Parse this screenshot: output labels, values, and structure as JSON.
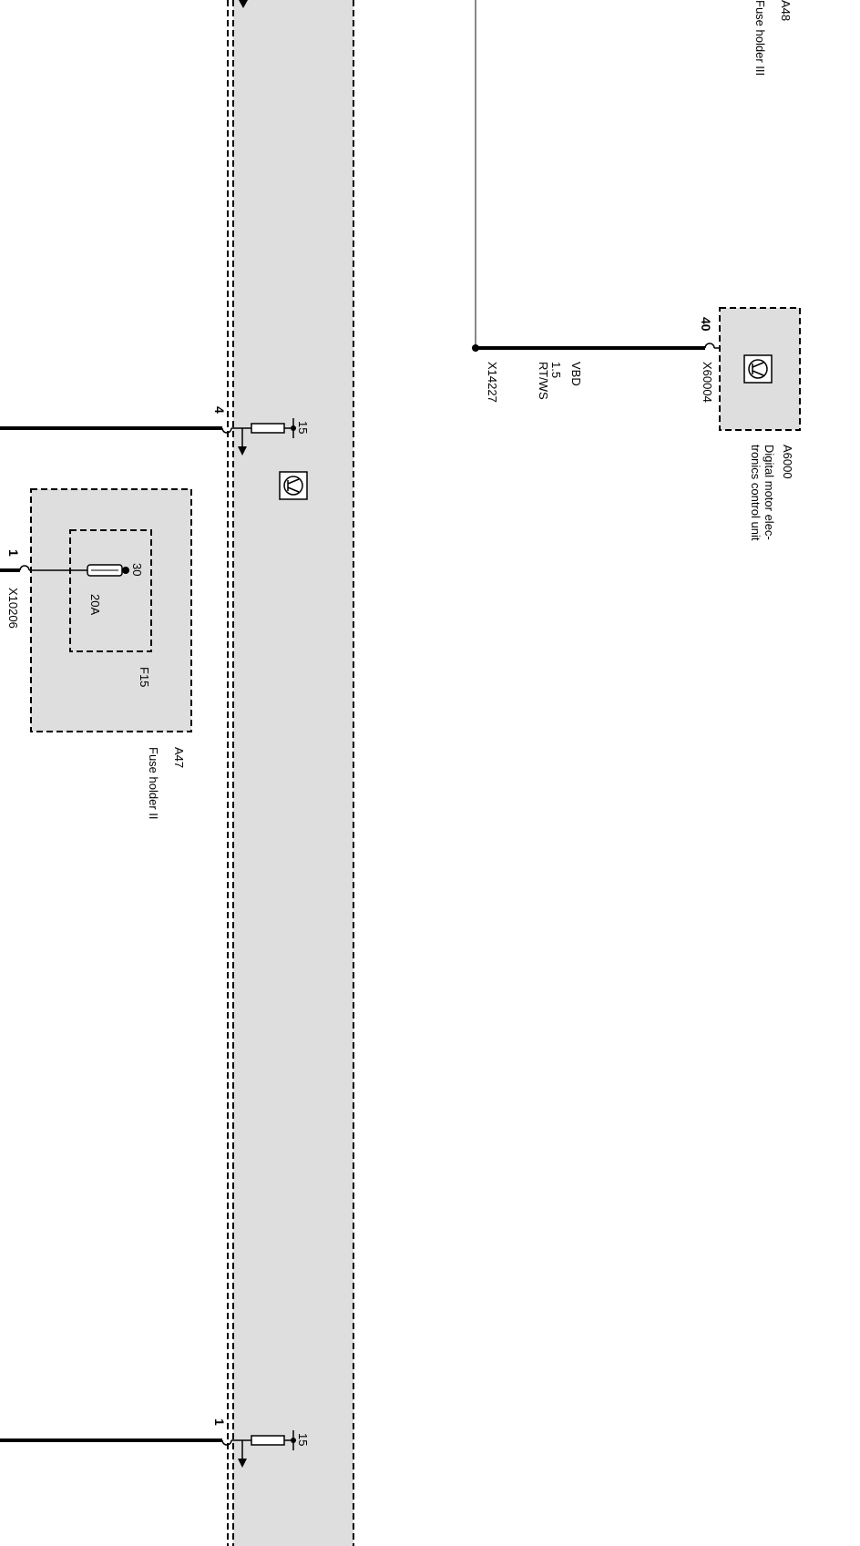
{
  "components": {
    "a48": {
      "id": "A48",
      "name": "Fuse holder III"
    },
    "a47": {
      "id": "A47",
      "name": "Fuse holder II",
      "fuse": {
        "id": "F15",
        "rating": "20A",
        "terminal": "30"
      }
    },
    "a6000": {
      "id": "A6000",
      "name_line1": "Digital motor elec-",
      "name_line2": "tronics control unit",
      "connector": "X60004",
      "pin": "40"
    }
  },
  "wires": {
    "vbd": {
      "signal": "VBD",
      "cross_section": "1.5",
      "color": "RT/WS",
      "splice": "X14227"
    }
  },
  "connectors": {
    "x10206": {
      "id": "X10206",
      "pin": "1"
    },
    "upper_output": {
      "pin": "4",
      "terminal": "15"
    },
    "lower_output": {
      "pin": "1",
      "terminal": "15"
    }
  }
}
